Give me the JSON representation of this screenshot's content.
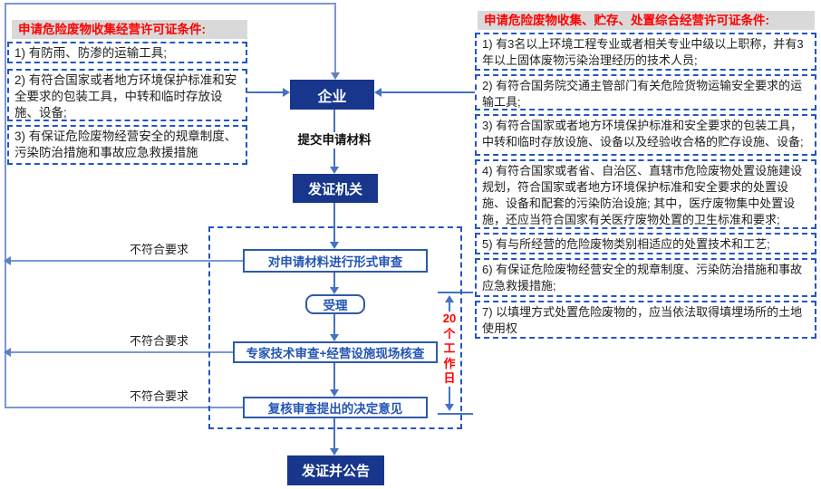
{
  "left_panel": {
    "title": "申请危险废物收集经营许可证条件:",
    "items": [
      "1) 有防雨、防渗的运输工具;",
      "2) 有符合国家或者地方环境保护标准和安全要求的包装工具，中转和临时存放设施、设备;",
      "3) 有保证危险废物经营安全的规章制度、污染防治措施和事故应急救援措施"
    ]
  },
  "right_panel": {
    "title": "申请危险废物收集、贮存、处置综合经营许可证条件:",
    "items": [
      "1) 有3名以上环境工程专业或者相关专业中级以上职称，并有3年以上固体废物污染治理经历的技术人员;",
      "2) 有符合国务院交通主管部门有关危险货物运输安全要求的运输工具;",
      "3) 有符合国家或者地方环境保护标准和安全要求的包装工具，中转和临时存放设施、设备以及经验收合格的贮存设施、设备;",
      "4) 有符合国家或者省、自治区、直辖市危险废物处置设施建设规划，符合国家或者地方环境保护标准和安全要求的处置设施、设备和配套的污染防治设施; 其中，医疗废物集中处置设施，还应当符合国家有关医疗废物处置的卫生标准和要求;",
      "5) 有与所经营的危险废物类别相适应的处置技术和工艺;",
      "6) 有保证危险废物经营安全的规章制度、污染防治措施和事故应急救援措施;",
      "7) 以填埋方式处置危险废物的，应当依法取得填埋场所的土地使用权"
    ]
  },
  "flow": {
    "enterprise": "企业",
    "submit_label": "提交申请材料",
    "authority": "发证机关",
    "formal_review": "对申请材料进行形式审查",
    "accept": "受理",
    "expert_review": "专家技术审查+经营设施现场核查",
    "decision": "复核审查提出的决定意见",
    "issue": "发证并公告",
    "reject_label": "不符合要求",
    "duration_label": "20个工作日"
  },
  "colors": {
    "node_fill": "#17368c",
    "node_border": "#2e5aa8",
    "connector": "#4472c4",
    "loop_line": "#7b96d2",
    "dashed_border": "#2355c4",
    "header_bg": "#d9d9d9",
    "header_text": "#ff0000",
    "duration_text": "#ff0000"
  }
}
